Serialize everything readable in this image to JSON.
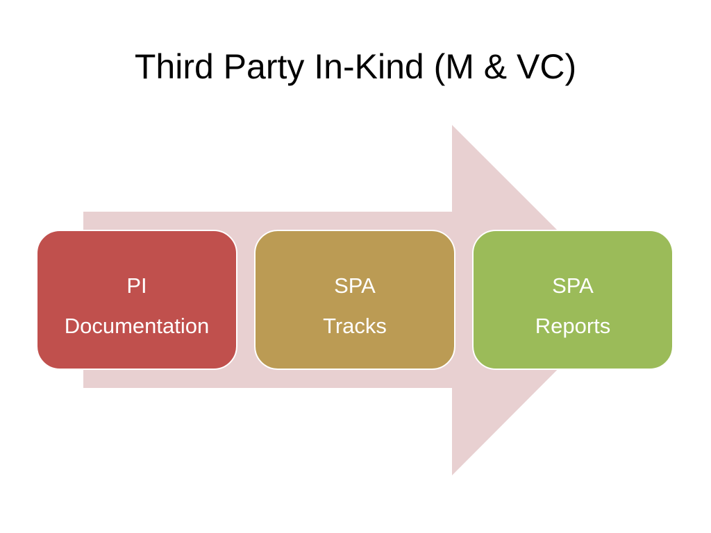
{
  "slide": {
    "title": "Third Party In-Kind (M & VC)"
  },
  "colors": {
    "arrow": "#e8d0d1",
    "step_red": "#c0504d",
    "step_gold": "#bb9b54",
    "step_green": "#9bbb59",
    "box_border": "#ffffff",
    "text": "#ffffff"
  },
  "steps": [
    {
      "line1": "PI",
      "line2": "Documentation",
      "color": "#c0504d"
    },
    {
      "line1": "SPA",
      "line2": "Tracks",
      "color": "#bb9b54"
    },
    {
      "line1": "SPA",
      "line2": "Reports",
      "color": "#9bbb59"
    }
  ]
}
